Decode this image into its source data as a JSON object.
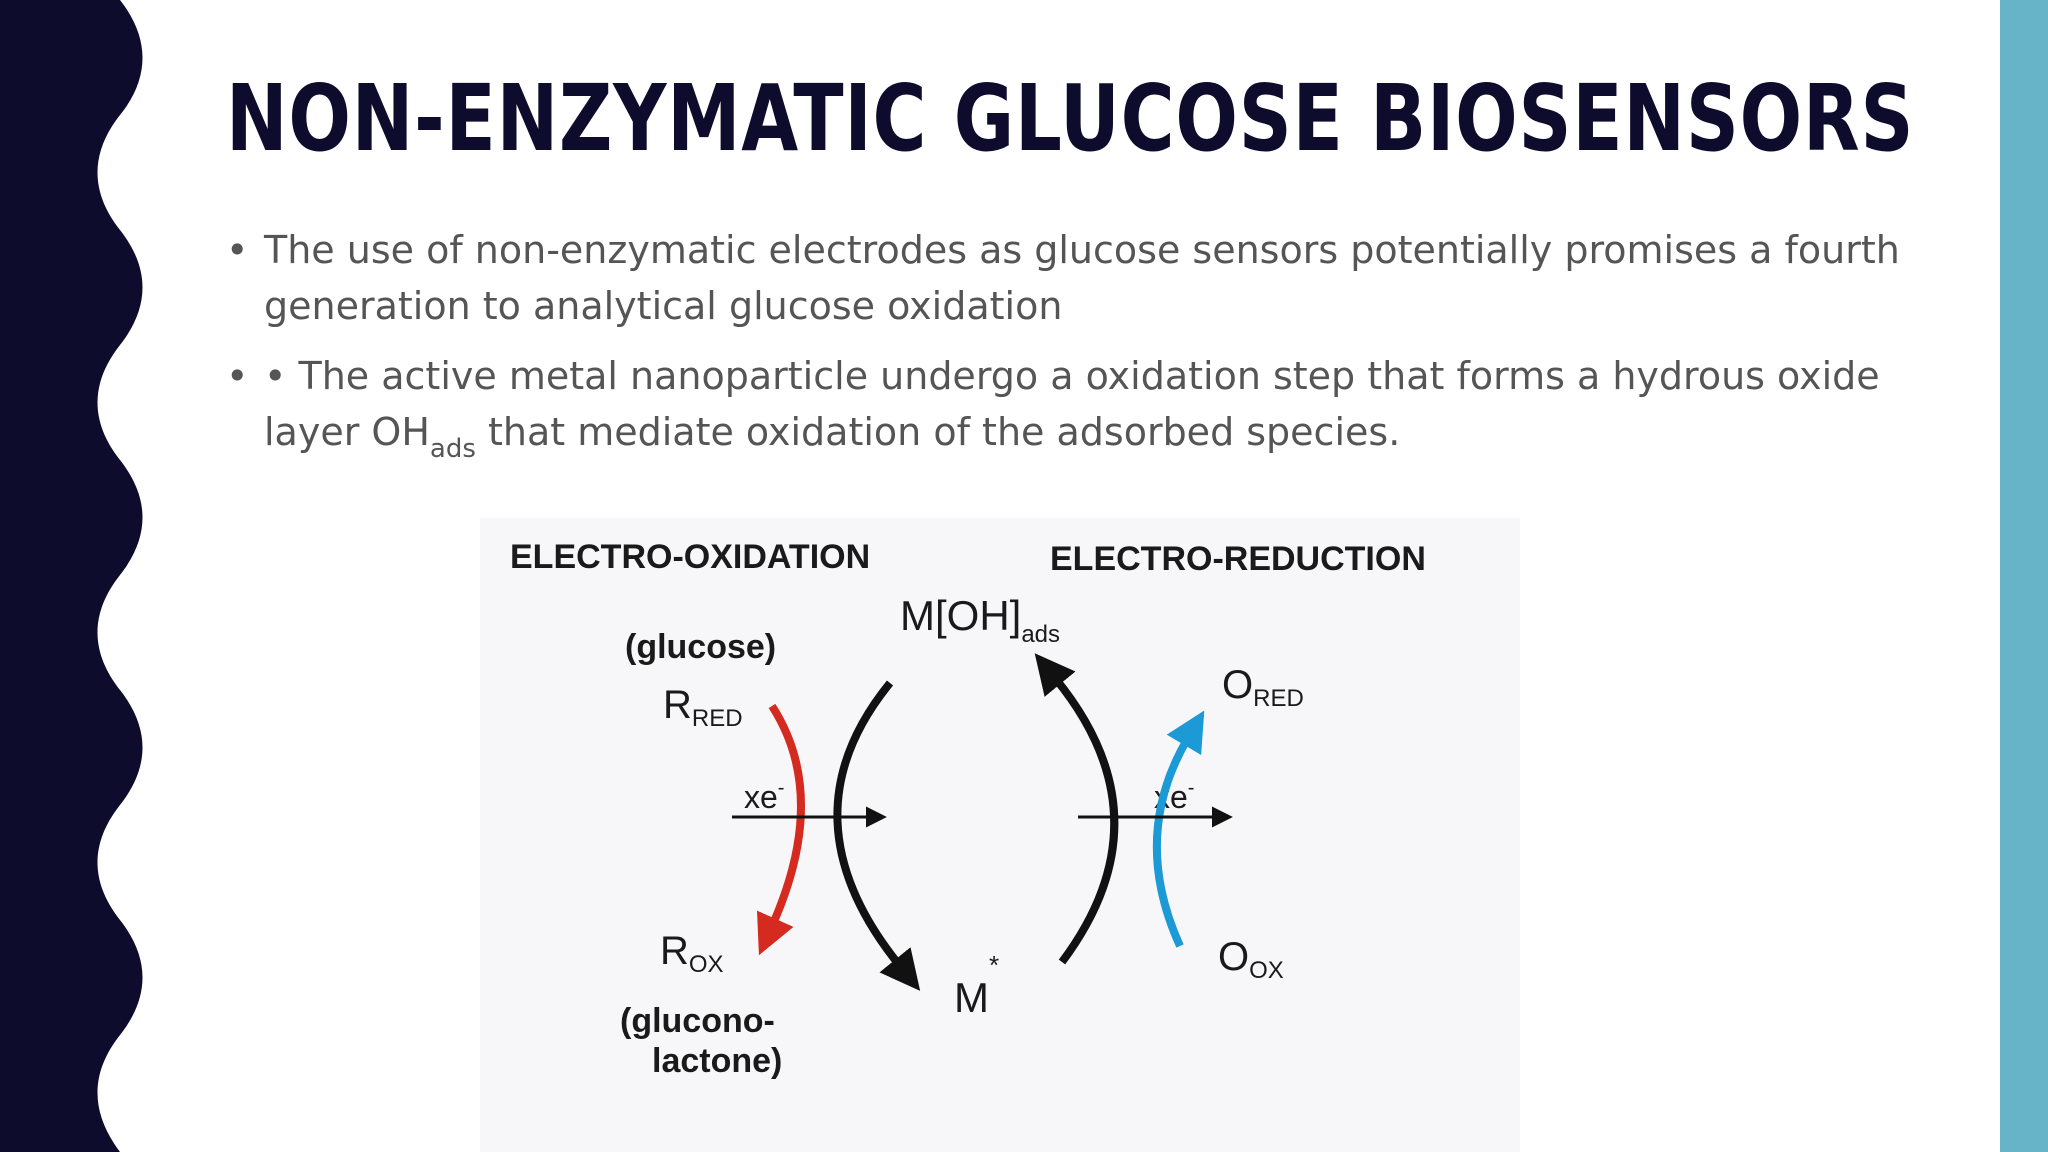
{
  "slide": {
    "title": "NON-ENZYMATIC GLUCOSE BIOSENSORS",
    "bullet_marker": "•",
    "bullets": [
      {
        "text": "The use of non-enzymatic electrodes as glucose sensors potentially promises a fourth generation to analytical glucose oxidation"
      },
      {
        "text_before": "• The active metal nanoparticle undergo a oxidation step that forms a hydrous oxide layer OH",
        "subscript": "ads",
        "text_after": " that mediate oxidation of the adsorbed species."
      }
    ]
  },
  "diagram": {
    "left_heading": "ELECTRO-OXIDATION",
    "right_heading": "ELECTRO-REDUCTION",
    "glucose_label": "(glucose)",
    "r_red": {
      "main": "R",
      "sub": "RED"
    },
    "r_ox": {
      "main": "R",
      "sub": "OX"
    },
    "gluconolactone_line1": "(glucono-",
    "gluconolactone_line2": "lactone)",
    "m_oh_ads": {
      "main": "M[OH]",
      "sub": "ads"
    },
    "m_star": {
      "main": "M",
      "sup": "*"
    },
    "o_red": {
      "main": "O",
      "sub": "RED"
    },
    "o_ox": {
      "main": "O",
      "sub": "OX"
    },
    "electron_left": {
      "main": "xe",
      "sup": "-"
    },
    "electron_right": {
      "main": "xe",
      "sup": "-"
    },
    "colors": {
      "oxidation_arrow": "#d42a1f",
      "reduction_arrow": "#1b9ad6",
      "black_arrow": "#111111"
    }
  },
  "theme": {
    "dark_navy": "#0e0c2c",
    "accent_teal": "#67b3c8"
  }
}
